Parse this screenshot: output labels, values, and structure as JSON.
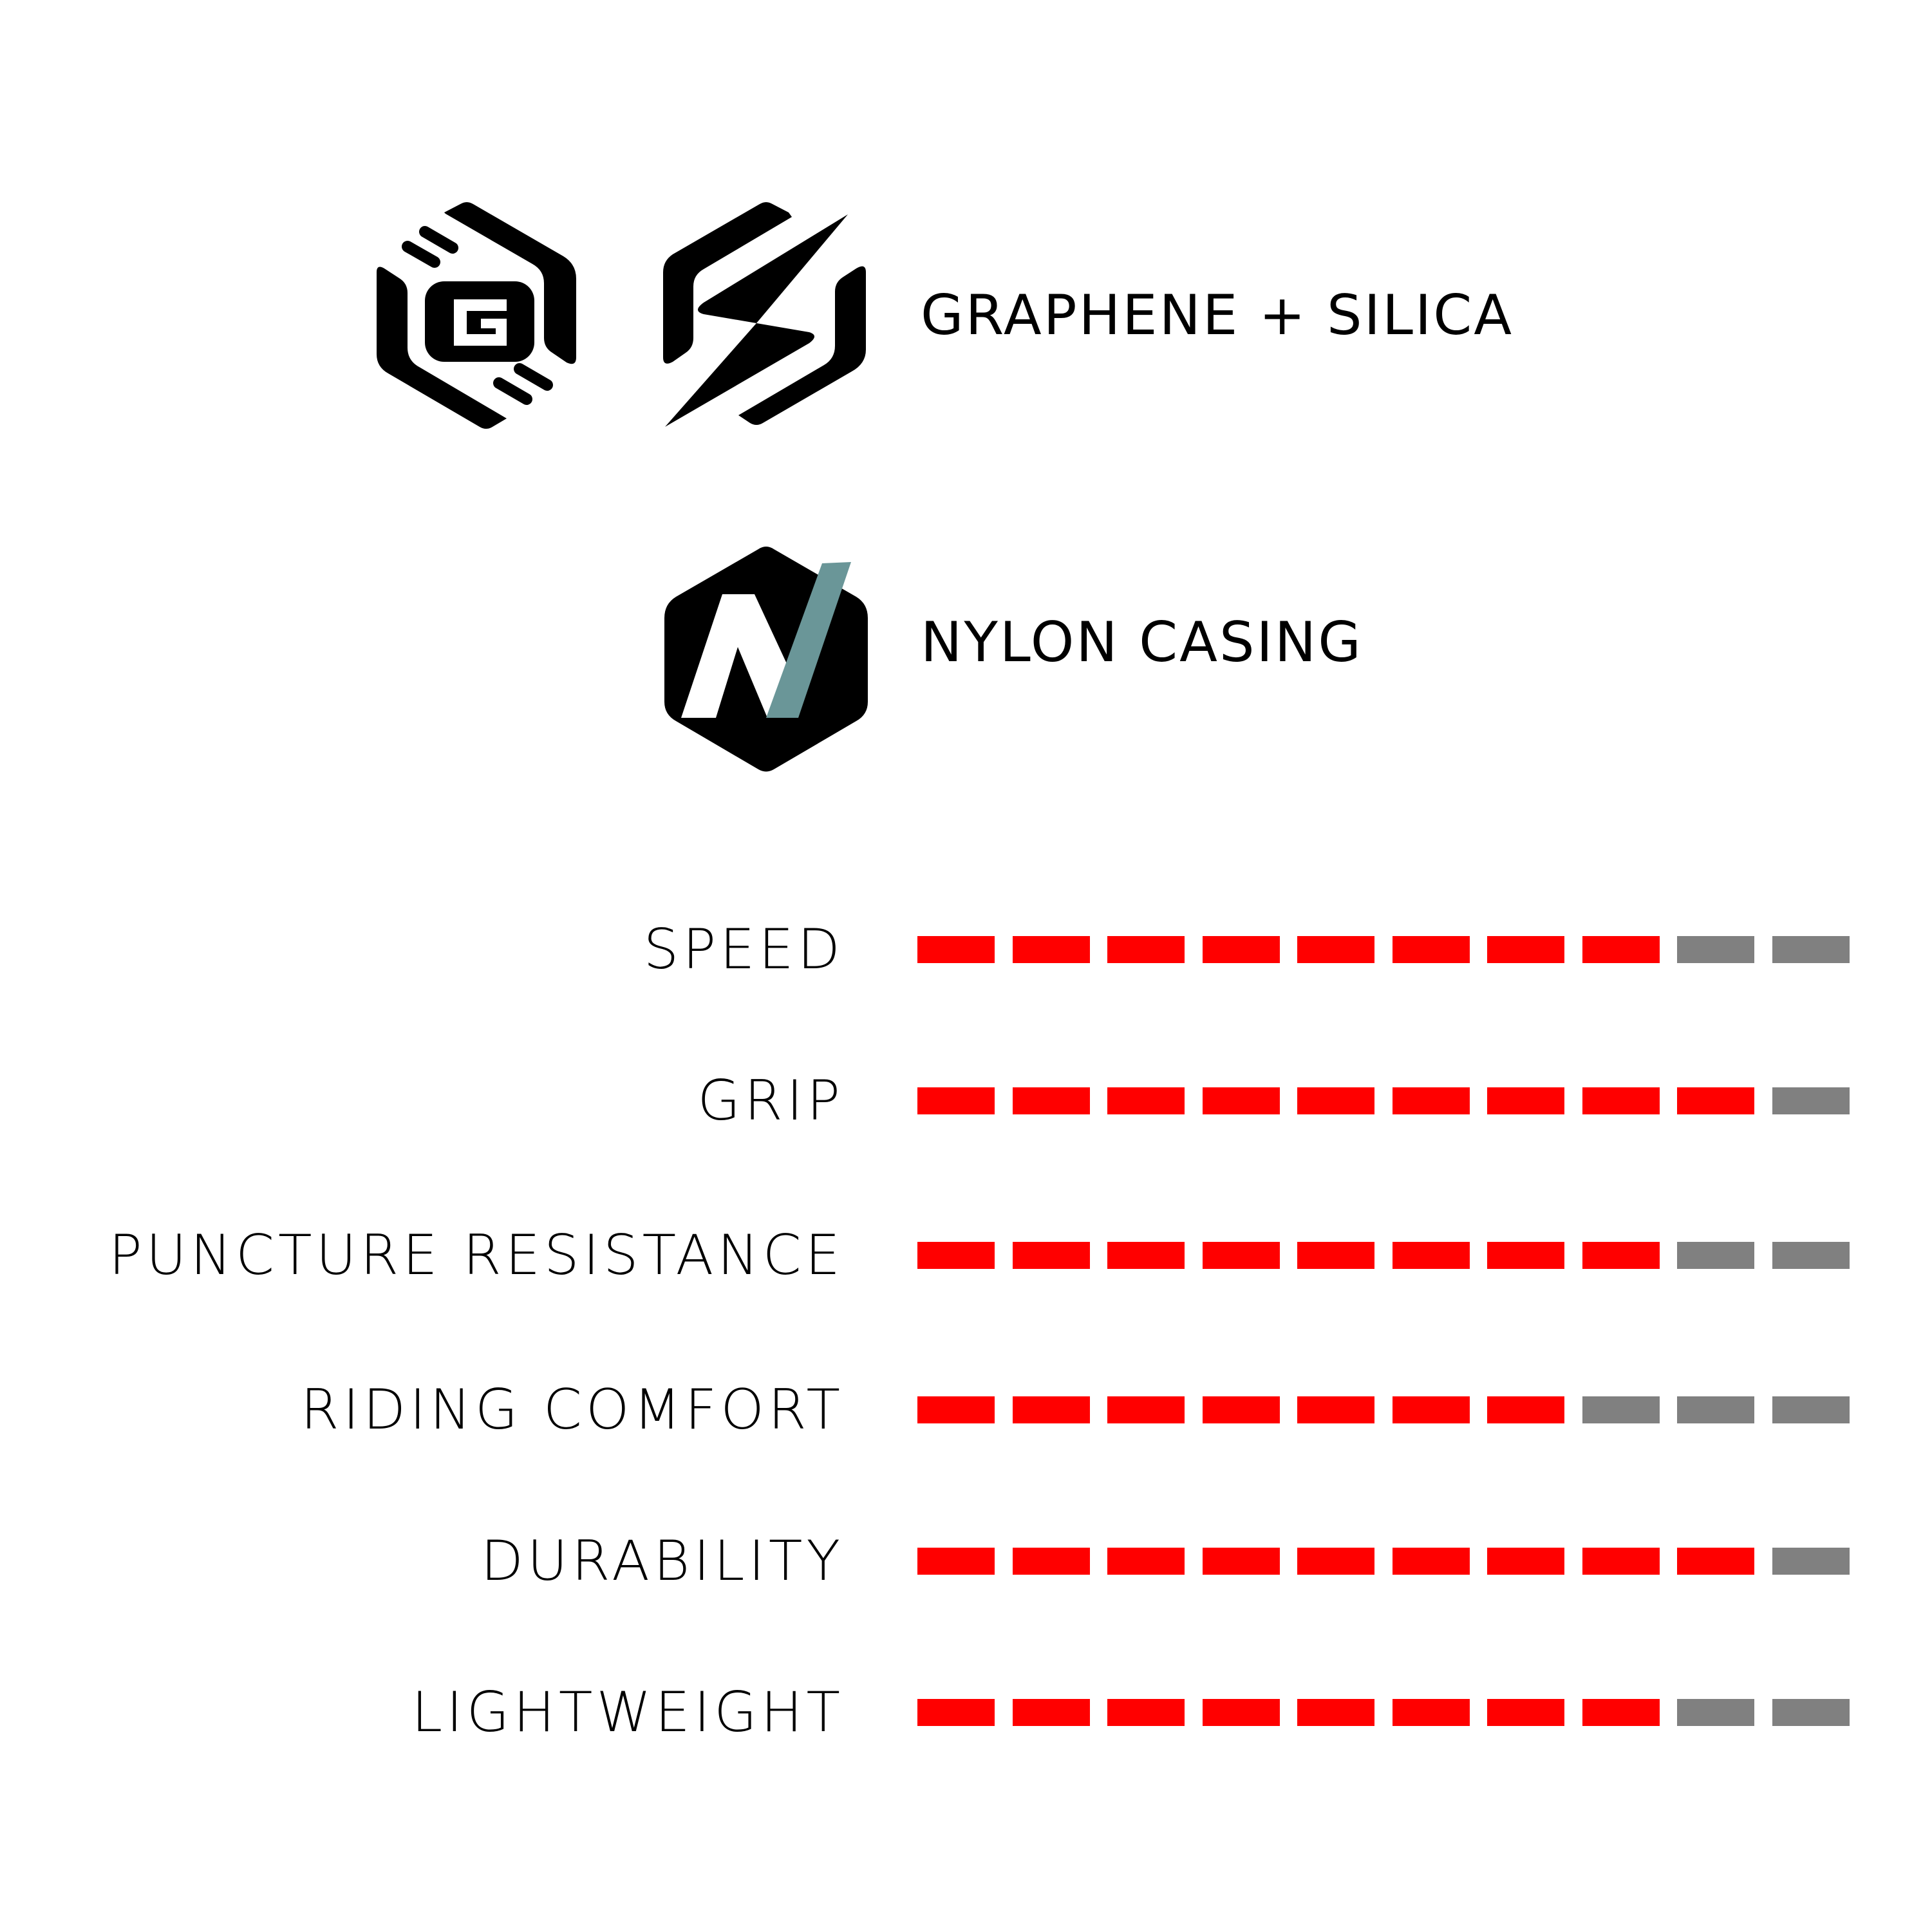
{
  "features": [
    {
      "icon": "graphene-hex-icon",
      "icon2": "silica-hex-icon",
      "label": "GRAPHENE + SILICA"
    },
    {
      "icon": "nylon-hex-icon",
      "label": "NYLON CASING"
    }
  ],
  "colors": {
    "filled": "#ff0000",
    "empty": "#808080",
    "nylon_accent": "#6a9698"
  },
  "ratings": [
    {
      "label": "SPEED",
      "value": 8,
      "max": 10
    },
    {
      "label": "GRIP",
      "value": 9,
      "max": 10
    },
    {
      "label": "PUNCTURE RESISTANCE",
      "value": 8,
      "max": 10
    },
    {
      "label": "RIDING COMFORT",
      "value": 7,
      "max": 10
    },
    {
      "label": "DURABILITY",
      "value": 9,
      "max": 10
    },
    {
      "label": "LIGHTWEIGHT",
      "value": 8,
      "max": 10
    }
  ]
}
